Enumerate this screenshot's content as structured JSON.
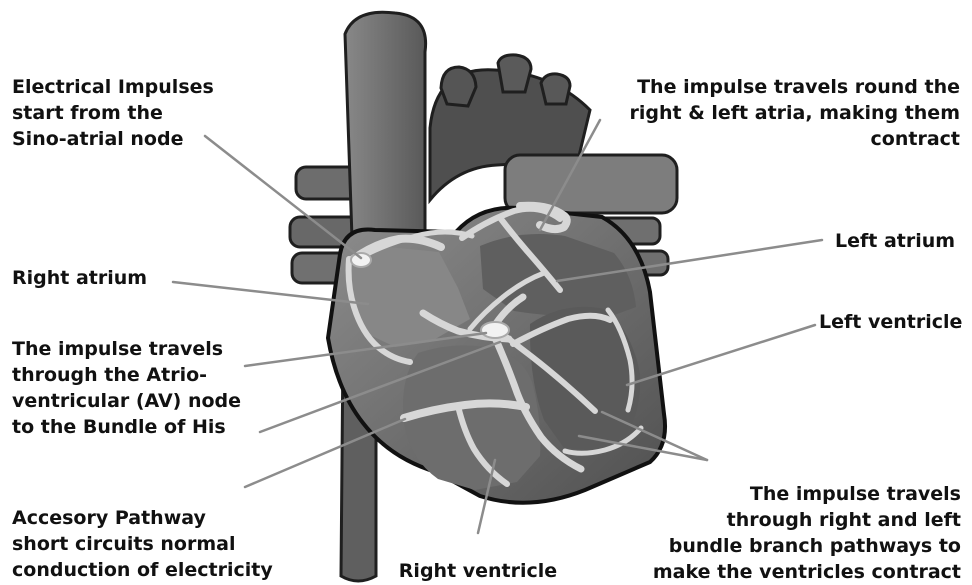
{
  "labels": {
    "sa_node": [
      "Electrical Impulses",
      "start from the",
      "Sino-atrial node"
    ],
    "atria_contract": [
      "The impulse travels round the",
      "right & left atria, making them",
      "contract"
    ],
    "right_atrium": "Right atrium",
    "left_atrium": "Left atrium",
    "left_ventricle": "Left ventricle",
    "av_node": [
      "The impulse travels",
      "through the Atrio-",
      "ventricular (AV) node",
      "to the Bundle of His"
    ],
    "accessory_pathway": [
      "Accesory Pathway",
      "short circuits normal",
      "conduction of electricity"
    ],
    "right_ventricle": "Right ventricle",
    "bundle_branch": [
      "The impulse travels",
      "through right and left",
      "bundle branch pathways to",
      "make the ventricles contract"
    ]
  },
  "colors": {
    "text": "#111111",
    "heart_dark": "#4a4a4a",
    "heart_mid": "#666666",
    "heart_light": "#909090",
    "pathway": "#d7d7d7",
    "pointer": "#8c8c8c"
  }
}
